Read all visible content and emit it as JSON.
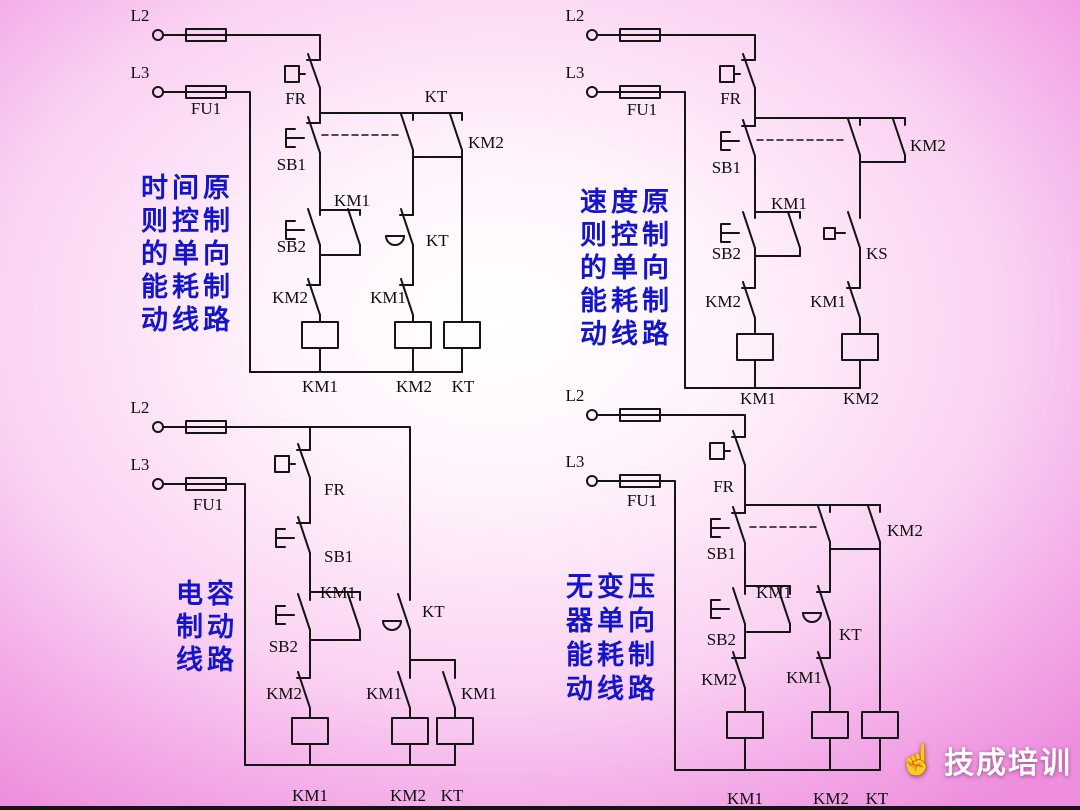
{
  "page": {
    "background_center": "#ffffff",
    "background_edge": "#ee8edd",
    "title_color": "#1414cd",
    "line_color": "#151515"
  },
  "circuits": [
    {
      "name": "time-principle-single-direction-dynamic-braking",
      "title_lines": [
        "时间原",
        "则控制",
        "的单向",
        "能耗制",
        "动线路"
      ],
      "labels": {
        "l2": "L2",
        "l3": "L3",
        "fu1": "FU1",
        "fr": "FR",
        "sb1": "SB1",
        "kt_top": "KT",
        "km2_hold": "KM2",
        "km1_hold": "KM1",
        "sb2": "SB2",
        "kt_delay": "KT",
        "km2_nc": "KM2",
        "km1_nc": "KM1",
        "coil_km1": "KM1",
        "coil_km2": "KM2",
        "coil_kt": "KT"
      }
    },
    {
      "name": "speed-principle-single-direction-dynamic-braking",
      "title_lines": [
        "速度原",
        "则控制",
        "的单向",
        "能耗制",
        "动线路"
      ],
      "labels": {
        "l2": "L2",
        "l3": "L3",
        "fu1": "FU1",
        "fr": "FR",
        "sb1": "SB1",
        "km2_hold": "KM2",
        "km1_hold": "KM1",
        "sb2": "SB2",
        "ks": "KS",
        "km2_nc": "KM2",
        "km1_nc": "KM1",
        "coil_km1": "KM1",
        "coil_km2": "KM2"
      }
    },
    {
      "name": "capacitor-braking",
      "title_lines": [
        "电容",
        "制动",
        "线路"
      ],
      "labels": {
        "l2": "L2",
        "l3": "L3",
        "fu1": "FU1",
        "fr": "FR",
        "sb1": "SB1",
        "km1_hold": "KM1",
        "sb2": "SB2",
        "kt": "KT",
        "km2_nc": "KM2",
        "km1_mid": "KM1",
        "km1_right": "KM1",
        "coil_km1": "KM1",
        "coil_km2": "KM2",
        "coil_kt": "KT"
      }
    },
    {
      "name": "transformerless-single-direction-dynamic-braking",
      "title_lines": [
        "无变压",
        "器单向",
        "能耗制",
        "动线路"
      ],
      "labels": {
        "l2": "L2",
        "l3": "L3",
        "fu1": "FU1",
        "fr": "FR",
        "sb1": "SB1",
        "km2_hold": "KM2",
        "km1_hold": "KM1",
        "sb2": "SB2",
        "kt": "KT",
        "km2_nc": "KM2",
        "km1_nc": "KM1",
        "coil_km1": "KM1",
        "coil_km2": "KM2",
        "coil_kt": "KT"
      }
    }
  ],
  "watermark": {
    "icon": "☝",
    "text": "技成培训"
  }
}
